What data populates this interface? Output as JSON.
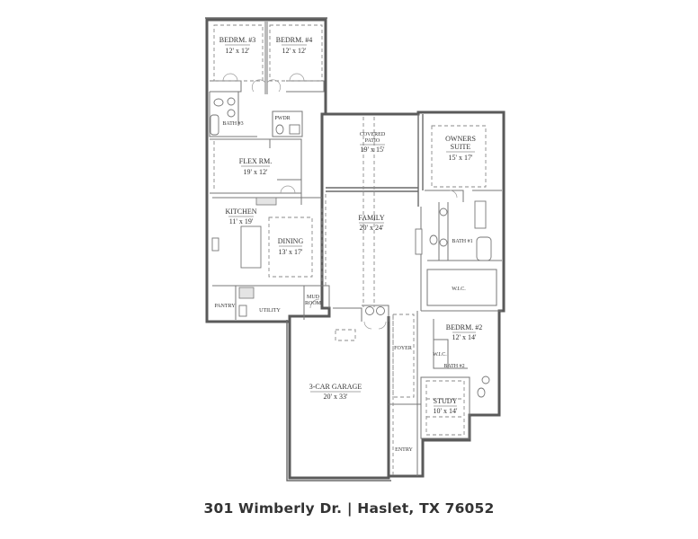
{
  "caption": "301 Wimberly Dr. | Haslet, TX 76052",
  "rooms": {
    "bedroom3": {
      "name": "BEDRM. #3",
      "dim": "12' x 12'"
    },
    "bedroom4": {
      "name": "BEDRM. #4",
      "dim": "12' x 12'"
    },
    "bath3": {
      "name": "BATH #3"
    },
    "powder": {
      "name": "PWDR"
    },
    "flex": {
      "name": "FLEX RM.",
      "dim": "19' x 12'"
    },
    "patio": {
      "name_line1": "COVERED",
      "name_line2": "PATIO",
      "dim": "19' x 15'"
    },
    "owners": {
      "name_line1": "OWNERS",
      "name_line2": "SUITE",
      "dim": "15' x 17'"
    },
    "kitchen": {
      "name": "KITCHEN",
      "dim": "11' x 19'"
    },
    "dining": {
      "name": "DINING",
      "dim": "13' x 17'"
    },
    "family": {
      "name": "FAMILY",
      "dim": "20' x 24'"
    },
    "bath1": {
      "name": "BATH #1"
    },
    "wic1": {
      "name": "W.I.C."
    },
    "pantry": {
      "name": "PANTRY"
    },
    "utility": {
      "name": "UTILITY"
    },
    "mudroom": {
      "name_line1": "MUD",
      "name_line2": "ROOM"
    },
    "garage": {
      "name": "3-CAR GARAGE",
      "dim": "20' x 33'"
    },
    "foyer": {
      "name": "FOYER"
    },
    "bedroom2": {
      "name": "BEDRM. #2",
      "dim": "12' x 14'"
    },
    "wic2": {
      "name": "W.I.C."
    },
    "bath2": {
      "name": "BATH #2"
    },
    "study": {
      "name": "STUDY",
      "dim": "10' x 14'"
    },
    "entry": {
      "name": "ENTRY"
    }
  }
}
